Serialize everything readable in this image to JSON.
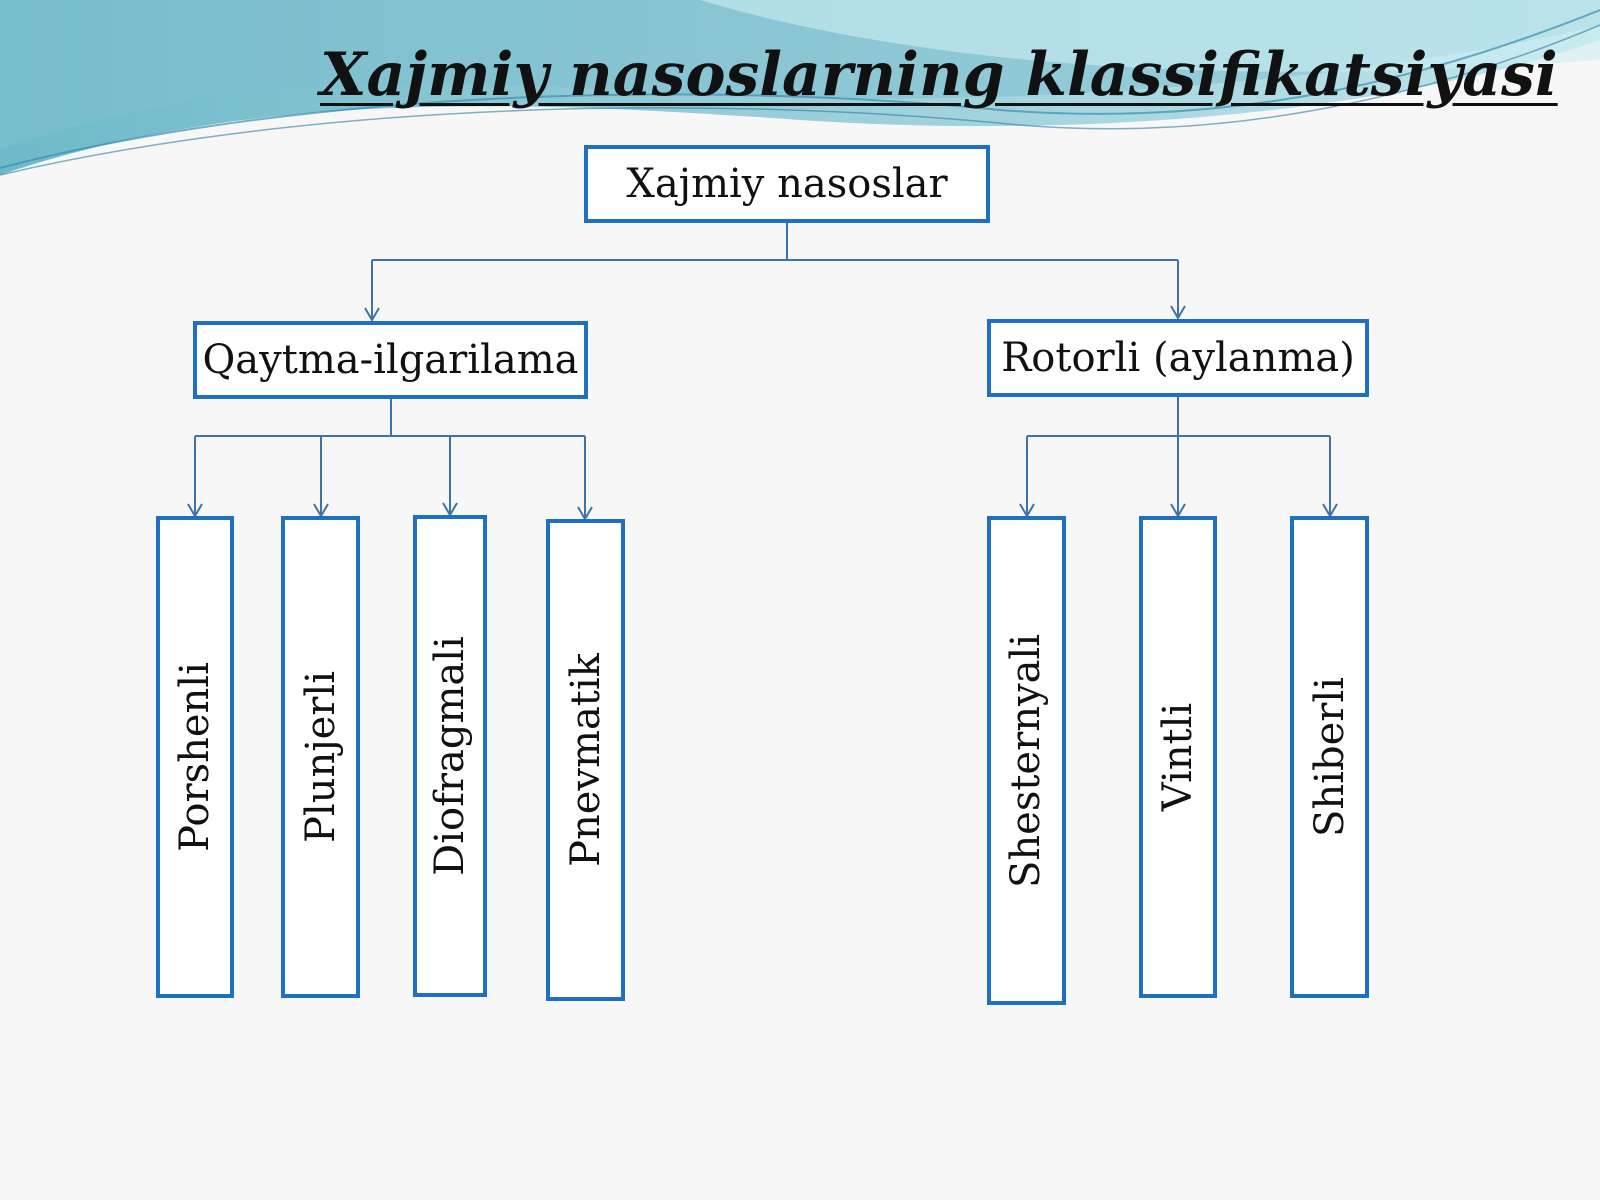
{
  "title": "Xajmiy nasoslarning klassifikatsiyasi",
  "colors": {
    "box_border": "#1f6fc2",
    "connector": "#3f73a8",
    "wave_light": "#a9dbe4",
    "wave_dark": "#6cb6c8"
  },
  "diagram": {
    "root": "Xajmiy nasoslar",
    "groups": [
      {
        "label": "Qaytma-ilgarilama",
        "children": [
          "Porshenli",
          "Plunjerli",
          "Diofragmali",
          "Pnevmatik"
        ]
      },
      {
        "label": "Rotorli (aylanma)",
        "children": [
          "Shesternyali",
          "Vintli",
          "Shiberli"
        ]
      }
    ]
  }
}
